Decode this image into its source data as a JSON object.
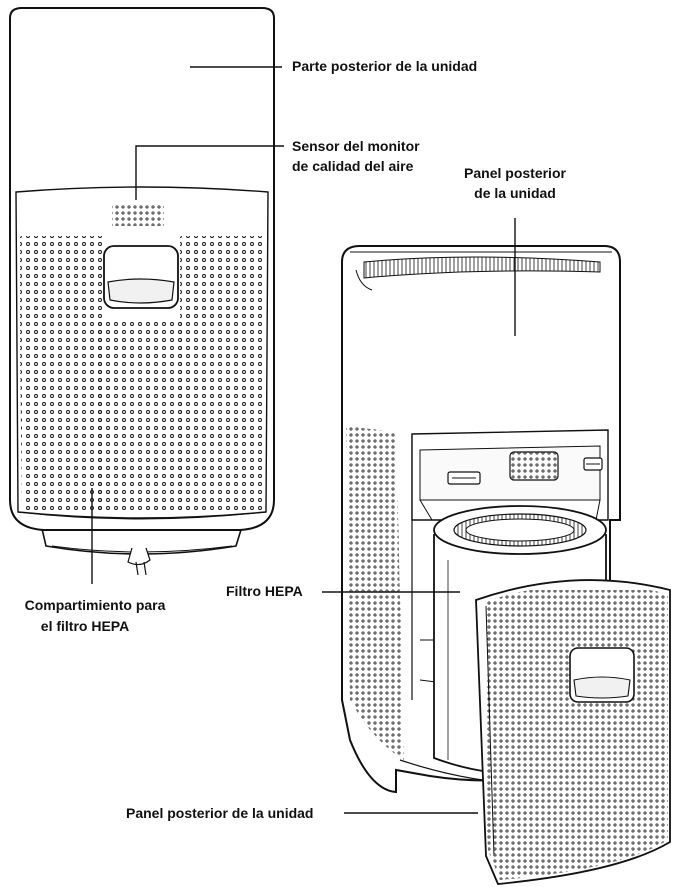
{
  "labels": {
    "rear_of_unit": "Parte posterior de la unidad",
    "sensor_line1": "Sensor del monitor",
    "sensor_line2": "de calidad del aire",
    "rear_panel_top_line1": "Panel posterior",
    "rear_panel_top_line2": "de la unidad",
    "hepa_filter": "Filtro HEPA",
    "compartment_line1": "Compartimiento para",
    "compartment_line2": "el filtro HEPA",
    "rear_panel_bottom": "Panel posterior de la unidad"
  },
  "colors": {
    "line": "#111111",
    "fill": "#ffffff",
    "shade": "#e9e9e9"
  }
}
